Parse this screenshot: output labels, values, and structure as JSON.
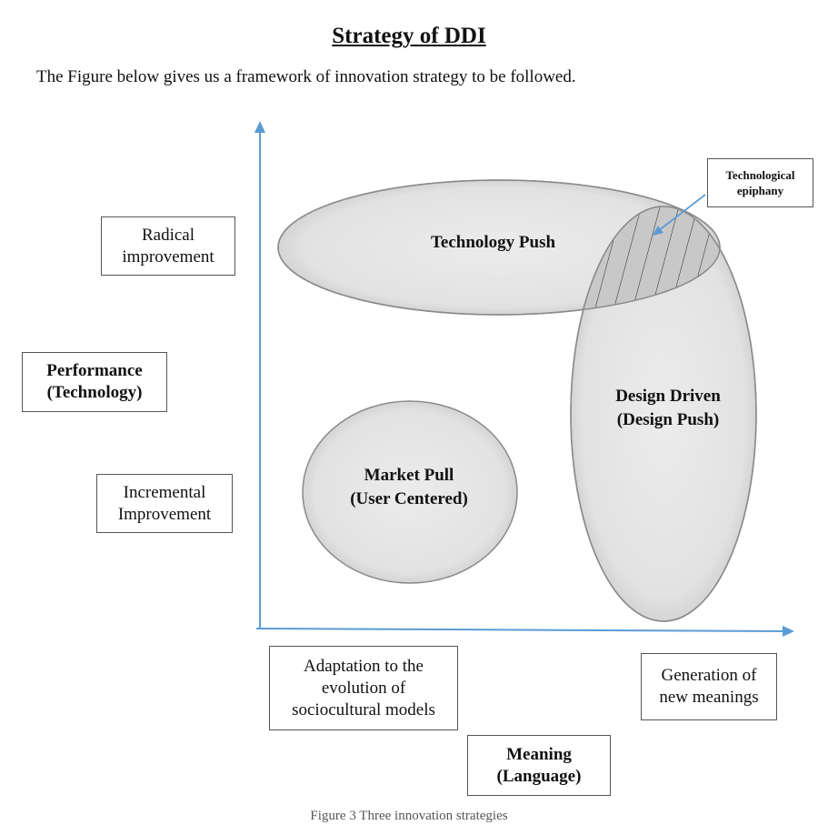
{
  "page": {
    "title": "Strategy of DDI",
    "intro": "The Figure below gives us a framework of innovation strategy to be followed.",
    "caption": "Figure 3 Three innovation strategies"
  },
  "y_axis": {
    "top_label": [
      "Radical",
      "improvement"
    ],
    "name": [
      "Performance",
      "(Technology)"
    ],
    "bottom_label": [
      "Incremental",
      "Improvement"
    ]
  },
  "x_axis": {
    "left_label": [
      "Adaptation to the",
      "evolution of",
      "sociocultural models"
    ],
    "right_label": [
      "Generation of",
      "new meanings"
    ],
    "name": [
      "Meaning",
      "(Language)"
    ]
  },
  "regions": {
    "technology_push": [
      "Technology Push"
    ],
    "market_pull": [
      "Market Pull",
      "(User Centered)"
    ],
    "design_driven": [
      "Design Driven",
      "(Design Push)"
    ]
  },
  "callout": [
    "Technological",
    "epiphany"
  ],
  "colors": {
    "axis": "#5b9bd5",
    "ellipse_fill": "#e4e4e4",
    "ellipse_stroke": "#8a8a8a",
    "overlap_fill": "#c8c8c8"
  }
}
